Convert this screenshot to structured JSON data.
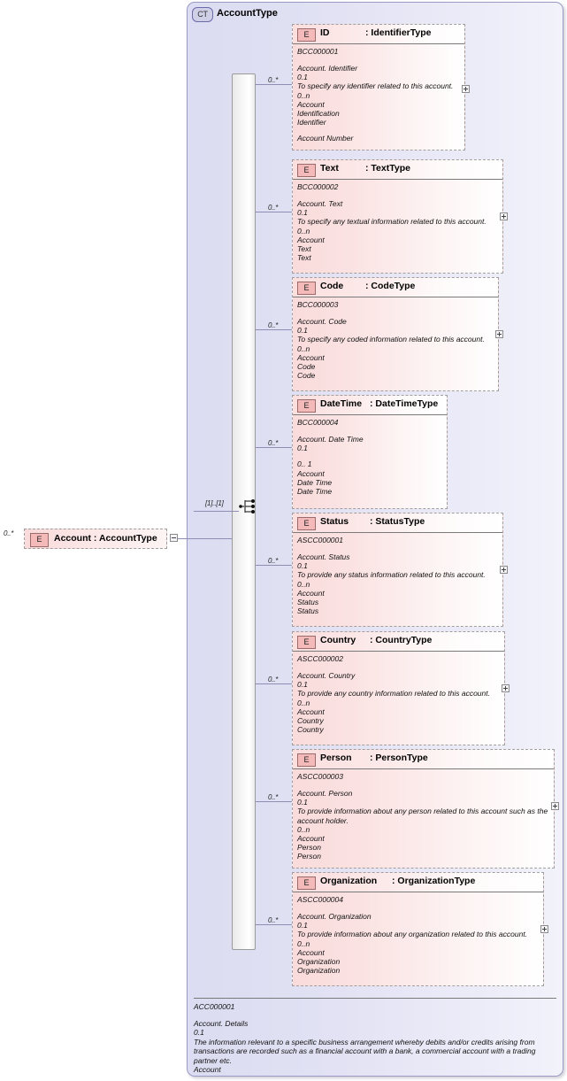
{
  "diagram": {
    "complex_type": {
      "tag": "CT",
      "title": "AccountType"
    },
    "root_element": {
      "tag": "E",
      "label": "Account : AccountType",
      "cardinality": "0..*",
      "collapse_control": "minus"
    },
    "compositor": {
      "icon": "sequence-icon",
      "cardinality": "[1]..[1]"
    },
    "elements": [
      {
        "tag": "E",
        "name": "ID",
        "type": ": IdentifierType",
        "cardinality": "0..*",
        "code": "BCC000001",
        "dictionary_entry": "Account. Identifier",
        "occurrence": "0.1",
        "definition": "To specify any identifier related to this account.",
        "cardinality2": "0..n",
        "object_class": "Account",
        "property_term": "Identification",
        "representation_term": "Identifier",
        "alt_term": "Account Number",
        "has_plus": true
      },
      {
        "tag": "E",
        "name": "Text",
        "type": ": TextType",
        "cardinality": "0..*",
        "code": "BCC000002",
        "dictionary_entry": "Account. Text",
        "occurrence": "0.1",
        "definition": "To specify any textual information related to this account.",
        "cardinality2": "0..n",
        "object_class": "Account",
        "property_term": "Text",
        "representation_term": "Text",
        "alt_term": "",
        "has_plus": true
      },
      {
        "tag": "E",
        "name": "Code",
        "type": ": CodeType",
        "cardinality": "0..*",
        "code": "BCC000003",
        "dictionary_entry": "Account. Code",
        "occurrence": "0.1",
        "definition": "To specify any coded information related to this account.",
        "cardinality2": "0..n",
        "object_class": "Account",
        "property_term": "Code",
        "representation_term": "Code",
        "alt_term": "",
        "has_plus": true
      },
      {
        "tag": "E",
        "name": "DateTime",
        "type": ": DateTimeType",
        "cardinality": "0..*",
        "code": "BCC000004",
        "dictionary_entry": "Account. Date Time",
        "occurrence": "0.1",
        "definition": "",
        "cardinality2": "0.. 1",
        "object_class": "Account",
        "property_term": "Date Time",
        "representation_term": "Date Time",
        "alt_term": "",
        "has_plus": false
      },
      {
        "tag": "E",
        "name": "Status",
        "type": ": StatusType",
        "cardinality": "0..*",
        "code": "ASCC000001",
        "dictionary_entry": "Account. Status",
        "occurrence": "0.1",
        "definition": "To provide any status information related to this account.",
        "cardinality2": "0..n",
        "object_class": "Account",
        "property_term": "Status",
        "representation_term": "Status",
        "alt_term": "",
        "has_plus": true
      },
      {
        "tag": "E",
        "name": "Country",
        "type": ": CountryType",
        "cardinality": "0..*",
        "code": "ASCC000002",
        "dictionary_entry": "Account. Country",
        "occurrence": "0.1",
        "definition": "To provide any country information related to this account.",
        "cardinality2": "0..n",
        "object_class": "Account",
        "property_term": "Country",
        "representation_term": "Country",
        "alt_term": "",
        "has_plus": true
      },
      {
        "tag": "E",
        "name": "Person",
        "type": ": PersonType",
        "cardinality": "0..*",
        "code": "ASCC000003",
        "dictionary_entry": "Account. Person",
        "occurrence": "0.1",
        "definition": "To provide information about any person related to this account such as the account holder.",
        "cardinality2": "0..n",
        "object_class": "Account",
        "property_term": "Person",
        "representation_term": "Person",
        "alt_term": "",
        "has_plus": true
      },
      {
        "tag": "E",
        "name": "Organization",
        "type": ": OrganizationType",
        "cardinality": "0..*",
        "code": "ASCC000004",
        "dictionary_entry": "Account. Organization",
        "occurrence": "0.1",
        "definition": "To provide information about any organization related to this account.",
        "cardinality2": "0..n",
        "object_class": "Account",
        "property_term": "Organization",
        "representation_term": "Organization",
        "alt_term": "",
        "has_plus": true
      }
    ],
    "footer": {
      "code": "ACC000001",
      "dictionary_entry": "Account. Details",
      "occurrence": "0.1",
      "definition": "The information relevant to a specific business arrangement whereby debits and/or credits arising from transactions are recorded such as a financial account with a bank, a commercial account with a trading partner etc.",
      "object_class": "Account"
    }
  }
}
